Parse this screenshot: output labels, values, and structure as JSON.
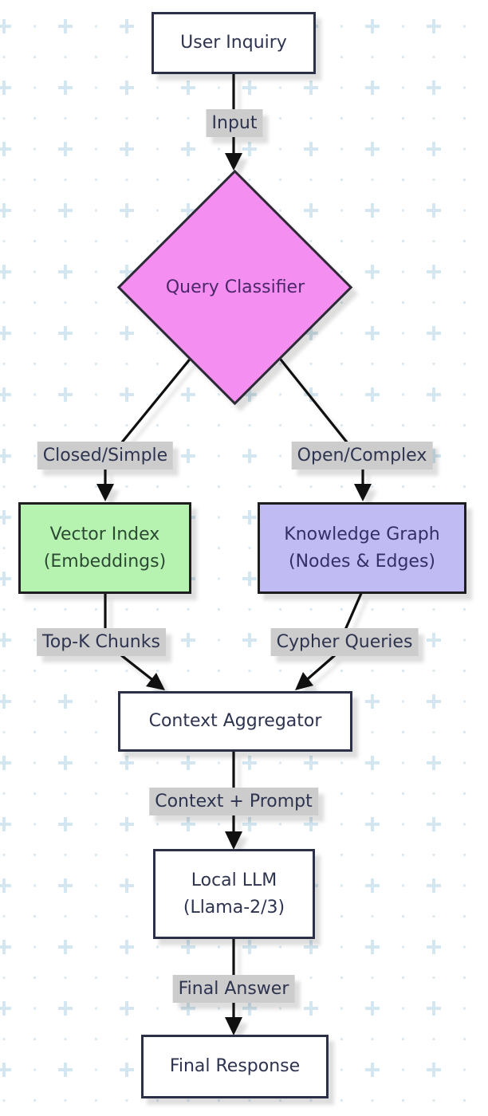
{
  "diagram": {
    "type": "flowchart",
    "direction": "top-down",
    "nodes": {
      "user_inquiry": {
        "label": "User Inquiry",
        "shape": "rectangle",
        "fill": "#ffffff"
      },
      "query_classifier": {
        "label": "Query Classifier",
        "shape": "diamond",
        "fill": "#f48ff1"
      },
      "vector_index": {
        "line1": "Vector Index",
        "line2": "(Embeddings)",
        "shape": "rectangle",
        "fill": "#b7f3b0"
      },
      "knowledge_graph": {
        "line1": "Knowledge Graph",
        "line2": "(Nodes & Edges)",
        "shape": "rectangle",
        "fill": "#c0bbf2"
      },
      "context_aggregator": {
        "label": "Context Aggregator",
        "shape": "rectangle",
        "fill": "#ffffff"
      },
      "local_llm": {
        "line1": "Local LLM",
        "line2": "(Llama-2/3)",
        "shape": "rectangle",
        "fill": "#ffffff"
      },
      "final_response": {
        "label": "Final Response",
        "shape": "rectangle",
        "fill": "#ffffff"
      }
    },
    "edge_labels": {
      "input": "Input",
      "closed_simple": "Closed/Simple",
      "open_complex": "Open/Complex",
      "top_k": "Top-K Chunks",
      "cypher": "Cypher Queries",
      "context_prompt": "Context + Prompt",
      "final_answer": "Final Answer"
    },
    "edges": [
      {
        "from": "user_inquiry",
        "to": "query_classifier",
        "label": "Input"
      },
      {
        "from": "query_classifier",
        "to": "vector_index",
        "label": "Closed/Simple"
      },
      {
        "from": "query_classifier",
        "to": "knowledge_graph",
        "label": "Open/Complex"
      },
      {
        "from": "vector_index",
        "to": "context_aggregator",
        "label": "Top-K Chunks"
      },
      {
        "from": "knowledge_graph",
        "to": "context_aggregator",
        "label": "Cypher Queries"
      },
      {
        "from": "context_aggregator",
        "to": "local_llm",
        "label": "Context + Prompt"
      },
      {
        "from": "local_llm",
        "to": "final_response",
        "label": "Final Answer"
      }
    ],
    "colors": {
      "node_border_dark_navy": "#2b3048",
      "node_border_black": "#1d1d1d",
      "node_text_navy": "#2e3450",
      "diamond_fill": "#f48ff1",
      "diamond_text": "#4b2769",
      "green_fill": "#b7f3b0",
      "green_text": "#2c4a33",
      "purple_fill": "#c0bbf2",
      "purple_text": "#333067",
      "edge_stroke": "#101010",
      "edge_label_bg": "#cccccc",
      "pattern_plus": "#d4e6f0",
      "pattern_dot": "#dde9f1",
      "background": "#ffffff"
    }
  }
}
